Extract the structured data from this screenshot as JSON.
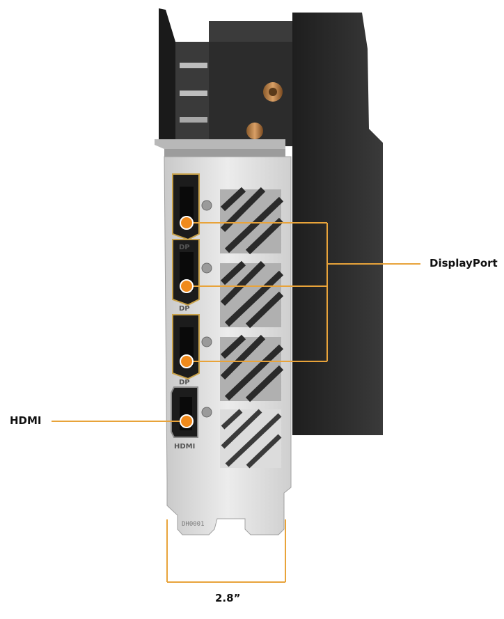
{
  "labels": {
    "displayport": "DisplayPort",
    "hdmi": "HDMI",
    "width": "2.8”"
  },
  "bracket_marks": {
    "dp_port": "DP",
    "hdmi_port": "HDMI",
    "tab_code": "DH0001"
  },
  "colors": {
    "callout": "#e8a33a",
    "port_dot": "#f08a1c",
    "shroud": "#2a2a2a",
    "bracket": "#dcdcdc"
  }
}
